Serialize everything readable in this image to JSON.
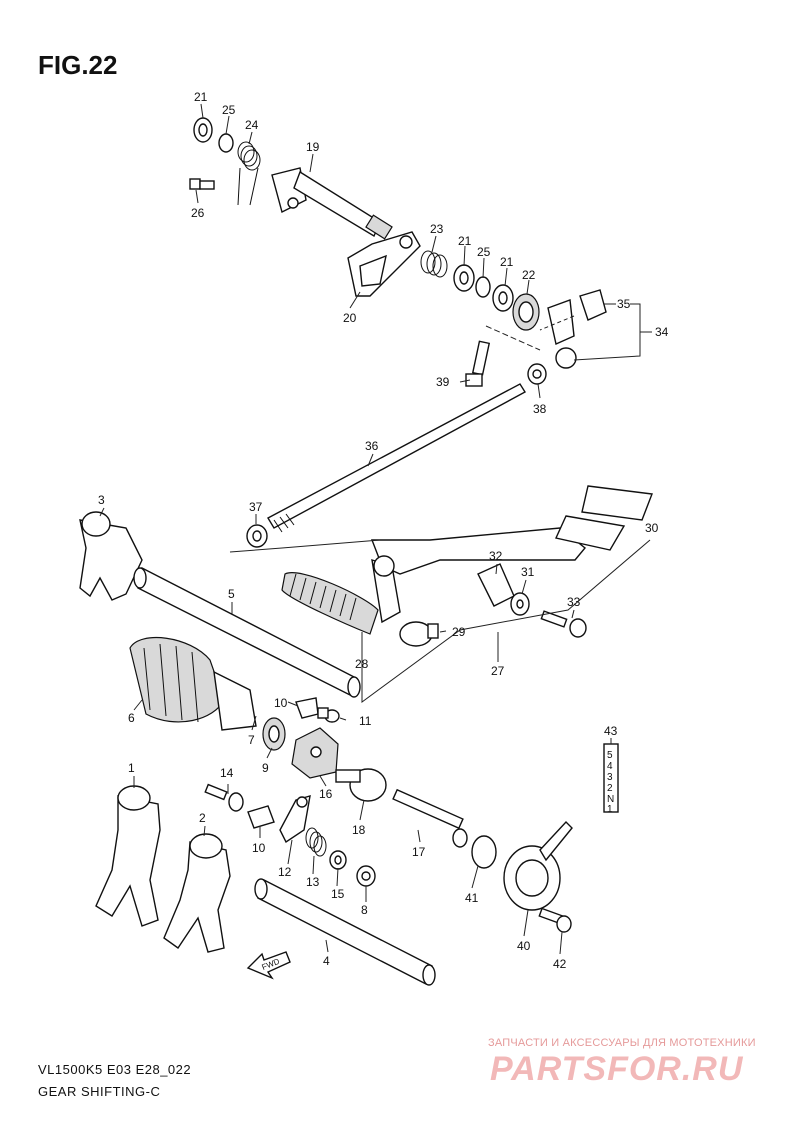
{
  "title": "FIG.22",
  "footer": {
    "code": "VL1500K5 E03 E28_022",
    "name": "GEAR SHIFTING-C"
  },
  "watermark": {
    "tagline": "ЗАПЧАСТИ И АКСЕССУАРЫ ДЛЯ МОТОТЕХНИКИ",
    "brand": "PARTSFOR.RU"
  },
  "gear_indicator": {
    "ref": "43",
    "positions": [
      "5",
      "4",
      "3",
      "2",
      "N",
      "1"
    ]
  },
  "fwd_label": "FWD",
  "callouts": {
    "p1": "1",
    "p2": "2",
    "p3": "3",
    "p4": "4",
    "p5": "5",
    "p6": "6",
    "p7": "7",
    "p8": "8",
    "p9": "9",
    "p10a": "10",
    "p10b": "10",
    "p11": "11",
    "p12": "12",
    "p13": "13",
    "p14": "14",
    "p15": "15",
    "p16": "16",
    "p17": "17",
    "p18": "18",
    "p19": "19",
    "p20": "20",
    "p21a": "21",
    "p21b": "21",
    "p21c": "21",
    "p22": "22",
    "p23": "23",
    "p24": "24",
    "p25a": "25",
    "p25b": "25",
    "p26": "26",
    "p27": "27",
    "p28": "28",
    "p29": "29",
    "p30": "30",
    "p31": "31",
    "p32": "32",
    "p33": "33",
    "p34": "34",
    "p35": "35",
    "p36": "36",
    "p37": "37",
    "p38": "38",
    "p39": "39",
    "p40": "40",
    "p41": "41",
    "p42": "42"
  }
}
